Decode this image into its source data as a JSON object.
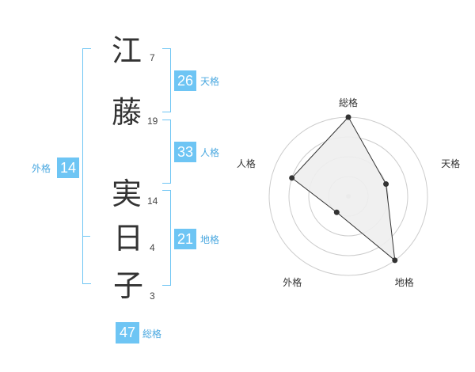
{
  "name": {
    "chars": [
      "江",
      "藤",
      "実",
      "日",
      "子"
    ],
    "strokes": [
      "7",
      "19",
      "14",
      "4",
      "3"
    ]
  },
  "fortune": {
    "tenkaku": {
      "value": "26",
      "label": "天格"
    },
    "jinkaku": {
      "value": "33",
      "label": "人格"
    },
    "chikaku": {
      "value": "21",
      "label": "地格"
    },
    "gaikaku": {
      "value": "14",
      "label": "外格"
    },
    "soukaku": {
      "value": "47",
      "label": "総格"
    }
  },
  "radar": {
    "axes": [
      "総格",
      "天格",
      "地格",
      "外格",
      "人格"
    ],
    "levels": 4,
    "values": [
      4,
      2,
      4,
      1,
      3
    ],
    "max": 4,
    "line_color": "#333333",
    "fill_color": "#eeeeee",
    "grid_color": "#cccccc"
  }
}
